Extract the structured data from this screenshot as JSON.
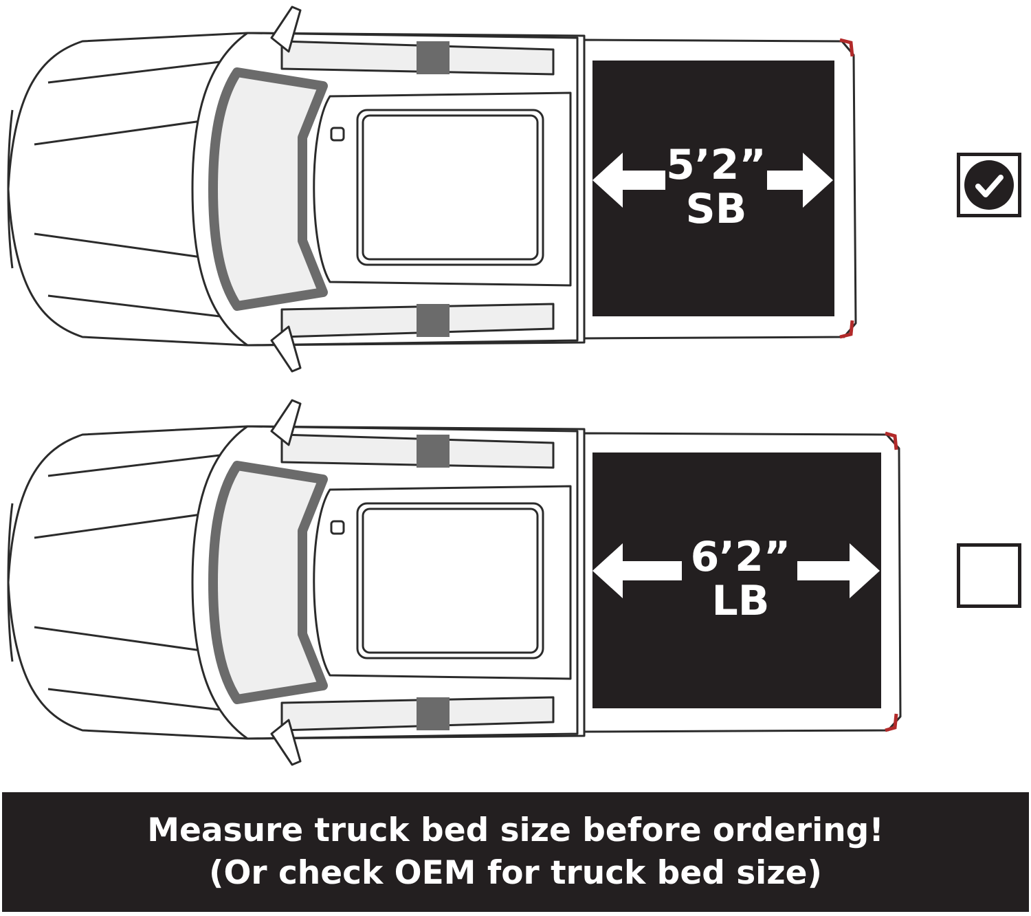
{
  "trucks": [
    {
      "id": "short-bed",
      "length_label": "5’2”",
      "bed_code": "SB",
      "selected": true
    },
    {
      "id": "long-bed",
      "length_label": "6’2”",
      "bed_code": "LB",
      "selected": false
    }
  ],
  "icons": {
    "checked": "check-circle-icon",
    "arrow": "double-arrow-icon"
  },
  "footer": {
    "line1": "Measure truck bed size before ordering!",
    "line2": "(Or check OEM for truck bed size)"
  },
  "colors": {
    "bed_fill": "#231f20",
    "outline": "#2b2b2b",
    "glass": "#efefef",
    "pillar": "#6b6b6b",
    "taillight": "#b22a2a"
  }
}
